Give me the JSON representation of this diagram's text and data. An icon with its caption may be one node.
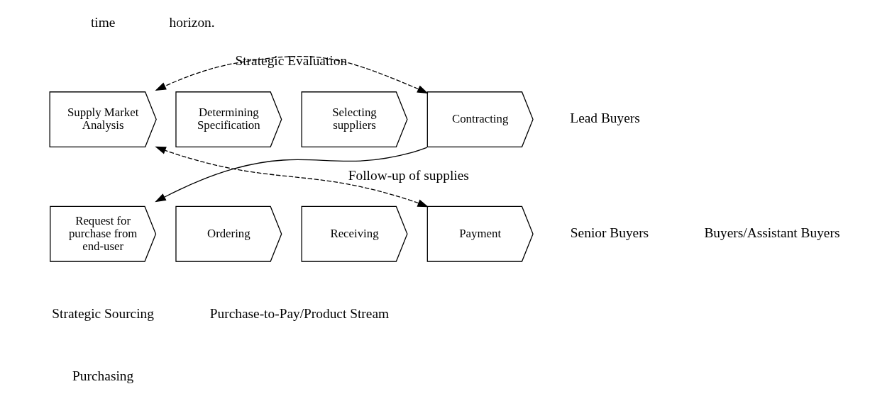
{
  "diagram": {
    "nodes": [
      {
        "text": [
          "Supply Market Analysis"
        ]
      },
      {
        "text": [
          "Determining Specification"
        ]
      },
      {
        "text": [
          "Selecting suppliers"
        ]
      },
      {
        "text": [
          "Contracting"
        ]
      },
      {
        "text": [
          "Request for purchase from end-user"
        ]
      },
      {
        "text": [
          "Ordering"
        ]
      },
      {
        "text": [
          "Receiving"
        ]
      },
      {
        "text": [
          "Payment"
        ]
      }
    ],
    "edges": [
      {
        "from": 3,
        "to": 0,
        "arrow": "both",
        "style": "dashed",
        "label": "Strategic Evaluation"
      },
      {
        "from": 7,
        "to": 0,
        "arrow": "both",
        "style": "dashed",
        "label": "Follow-up of supplies"
      },
      {
        "from": 3,
        "to": 4,
        "arrow": "to"
      }
    ],
    "labels": [
      "time",
      "horizon.",
      "Lead Buyers",
      "Senior Buyers",
      "Buyers/Assistant Buyers",
      "Strategic Sourcing",
      "Purchase-to-Pay/Product Stream",
      "Purchasing"
    ]
  }
}
